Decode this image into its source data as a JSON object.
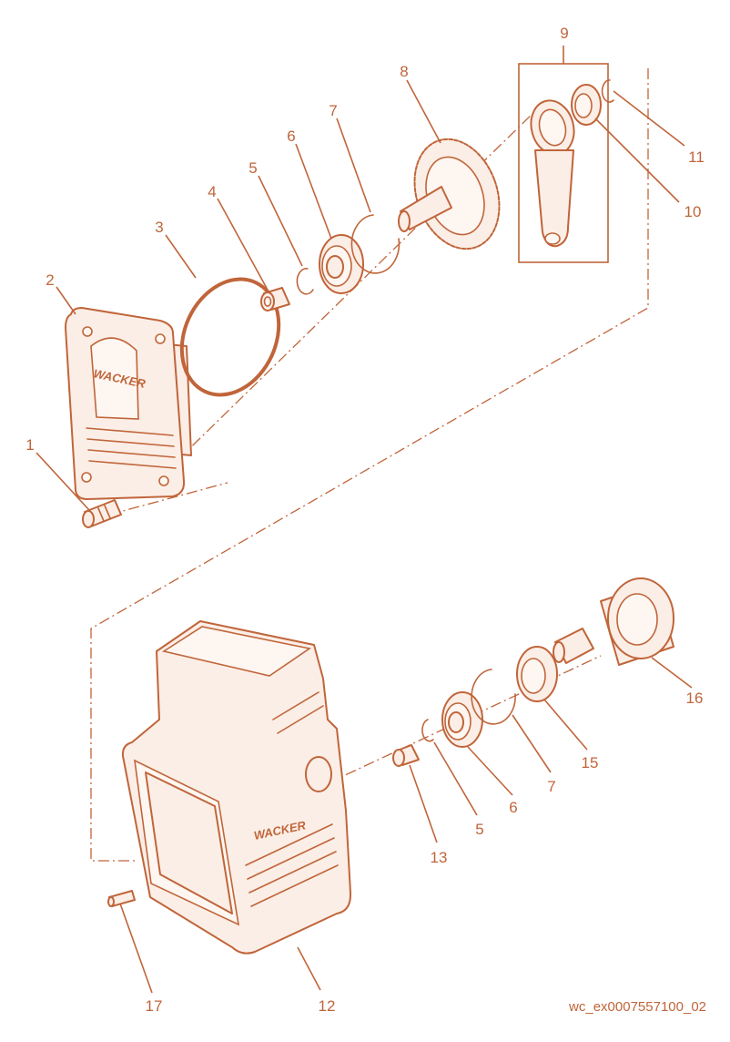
{
  "diagram": {
    "callouts": [
      "1",
      "2",
      "3",
      "4",
      "5",
      "6",
      "7",
      "8",
      "9",
      "10",
      "11",
      "12",
      "13",
      "5",
      "6",
      "7",
      "15",
      "16",
      "17"
    ],
    "housing_brand": "WACKER",
    "cover_brand": "WACKER",
    "document_id": "wc_ex0007557100_02",
    "colors": {
      "line": "#c0653a",
      "fill": "#fbeee6"
    }
  }
}
